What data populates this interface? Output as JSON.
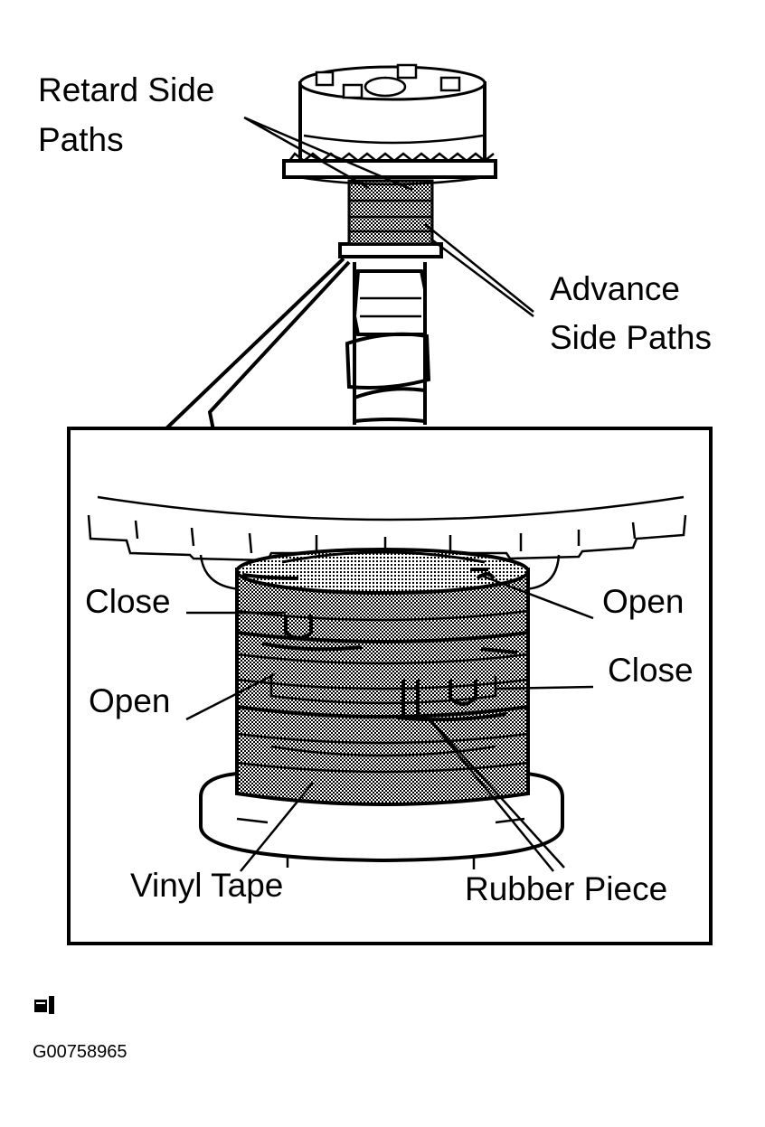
{
  "labels": {
    "retard_1": "Retard Side",
    "retard_2": "Paths",
    "advance_1": "Advance",
    "advance_2": "Side Paths",
    "close_left": "Close",
    "open_right": "Open",
    "close_right": "Close",
    "open_left": "Open",
    "vinyl_tape": "Vinyl Tape",
    "rubber_piece": "Rubber Piece"
  },
  "figure_id": "G00758965",
  "colors": {
    "ink": "#000000",
    "paper": "#ffffff",
    "stipple": "#9a9a9a"
  }
}
